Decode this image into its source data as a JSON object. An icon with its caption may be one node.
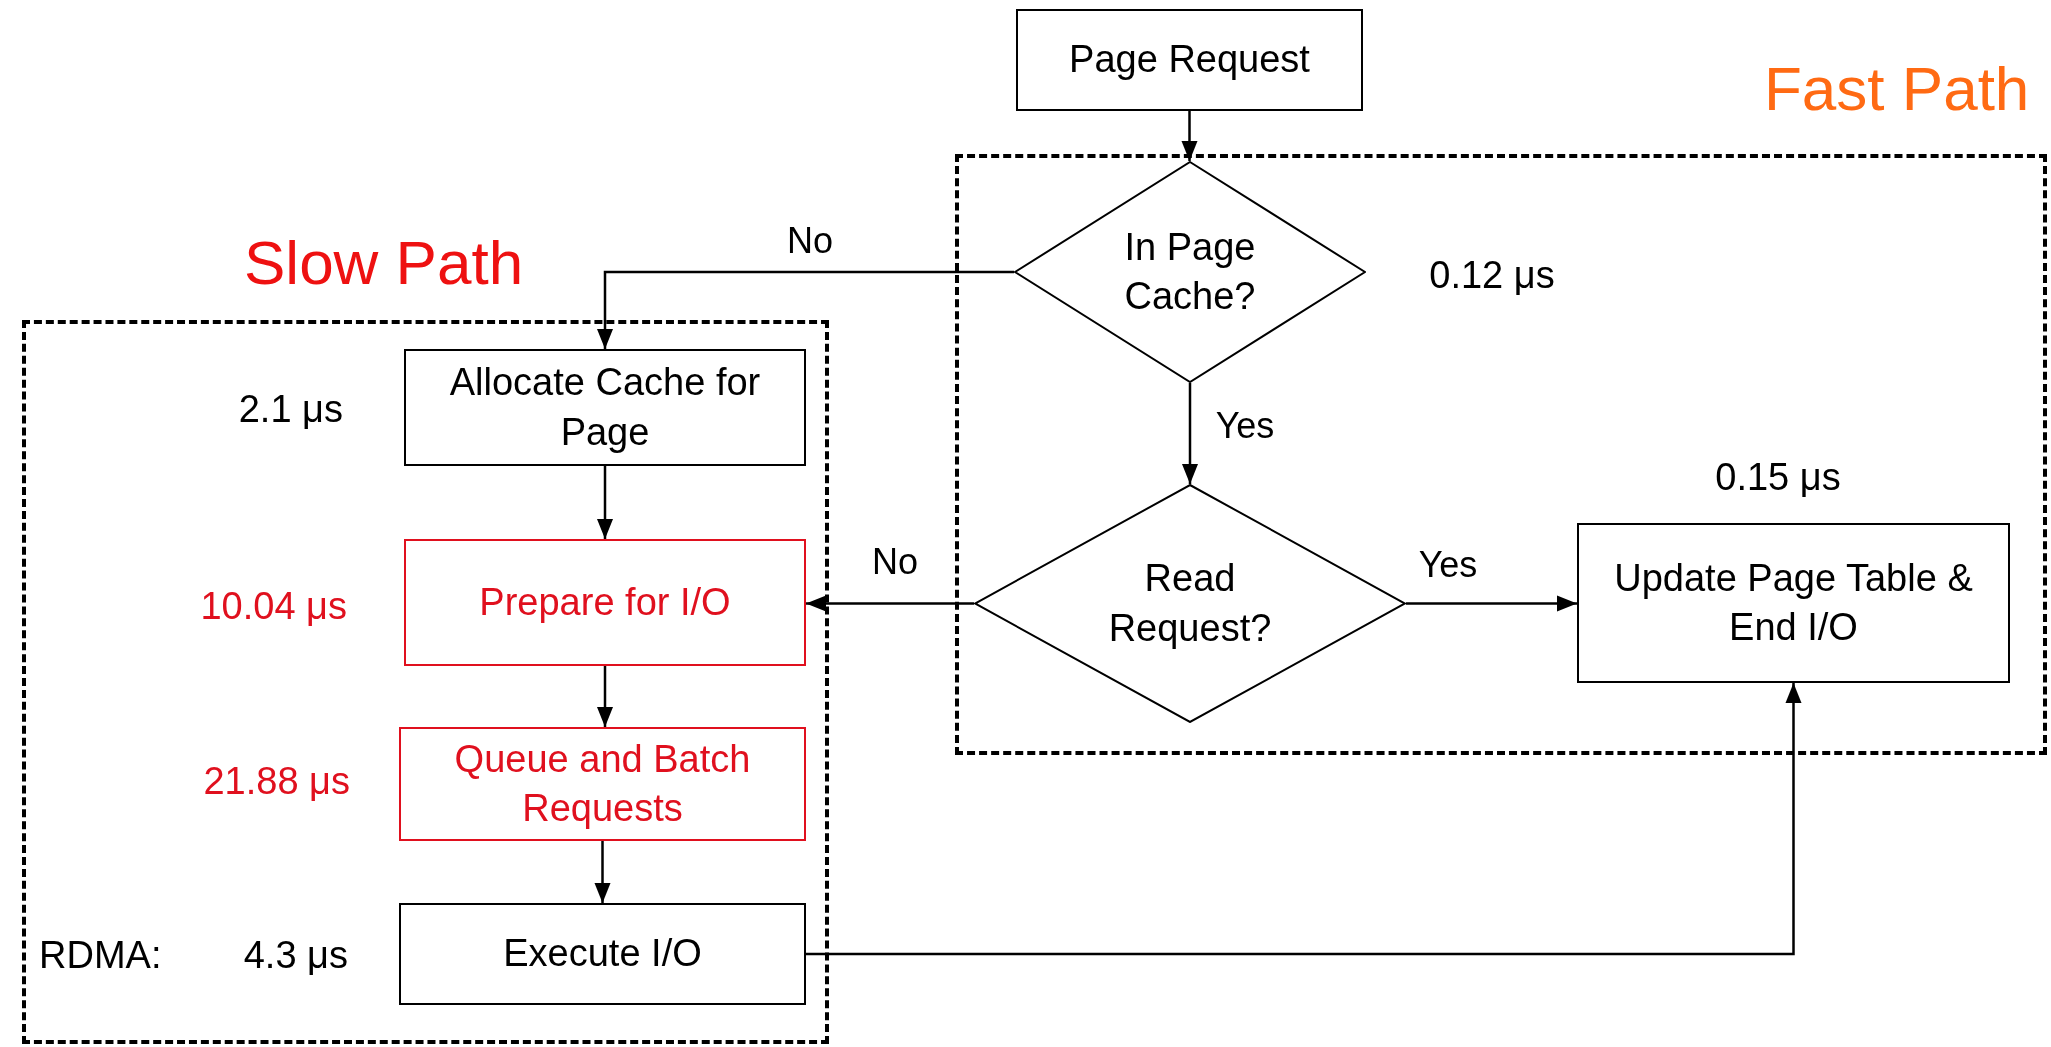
{
  "diagram": {
    "nodes": [
      {
        "text": [
          "Page Request"
        ]
      },
      {
        "text": [
          "Fast Path"
        ]
      },
      {
        "text": [
          "In Page Cache?"
        ],
        "in": 1,
        "beside": [
          "0.12 μs"
        ]
      },
      {
        "text": [
          "Read Request?"
        ],
        "in": 1
      },
      {
        "text": [
          "Update Page Table & End I/O"
        ],
        "in": 1,
        "beside": [
          "0.15 μs"
        ]
      },
      {
        "text": [
          "Slow Path"
        ]
      },
      {
        "text": [
          "Allocate Cache for Page"
        ],
        "in": 5,
        "beside": [
          "2.1 μs"
        ]
      },
      {
        "text": [
          "Prepare for I/O"
        ],
        "in": 5,
        "beside": [
          "10.04 μs"
        ]
      },
      {
        "text": [
          "Queue and Batch Requests"
        ],
        "in": 5,
        "beside": [
          "21.88 μs"
        ]
      },
      {
        "text": [
          "Execute I/O"
        ],
        "in": 5,
        "beside": [
          "RDMA:",
          "4.3 μs"
        ]
      }
    ],
    "edges": [
      {
        "from": 0,
        "to": 2,
        "arrow": "to"
      },
      {
        "from": 2,
        "to": 6,
        "arrow": "to",
        "label": "No"
      },
      {
        "from": 2,
        "to": 3,
        "arrow": "to",
        "label": "Yes"
      },
      {
        "from": 3,
        "to": 7,
        "arrow": "to",
        "label": "No"
      },
      {
        "from": 3,
        "to": 4,
        "arrow": "to",
        "label": "Yes"
      },
      {
        "from": 6,
        "to": 7,
        "arrow": "to"
      },
      {
        "from": 7,
        "to": 8,
        "arrow": "to"
      },
      {
        "from": 8,
        "to": 9,
        "arrow": "to"
      },
      {
        "from": 9,
        "to": 4,
        "arrow": "to"
      }
    ]
  }
}
